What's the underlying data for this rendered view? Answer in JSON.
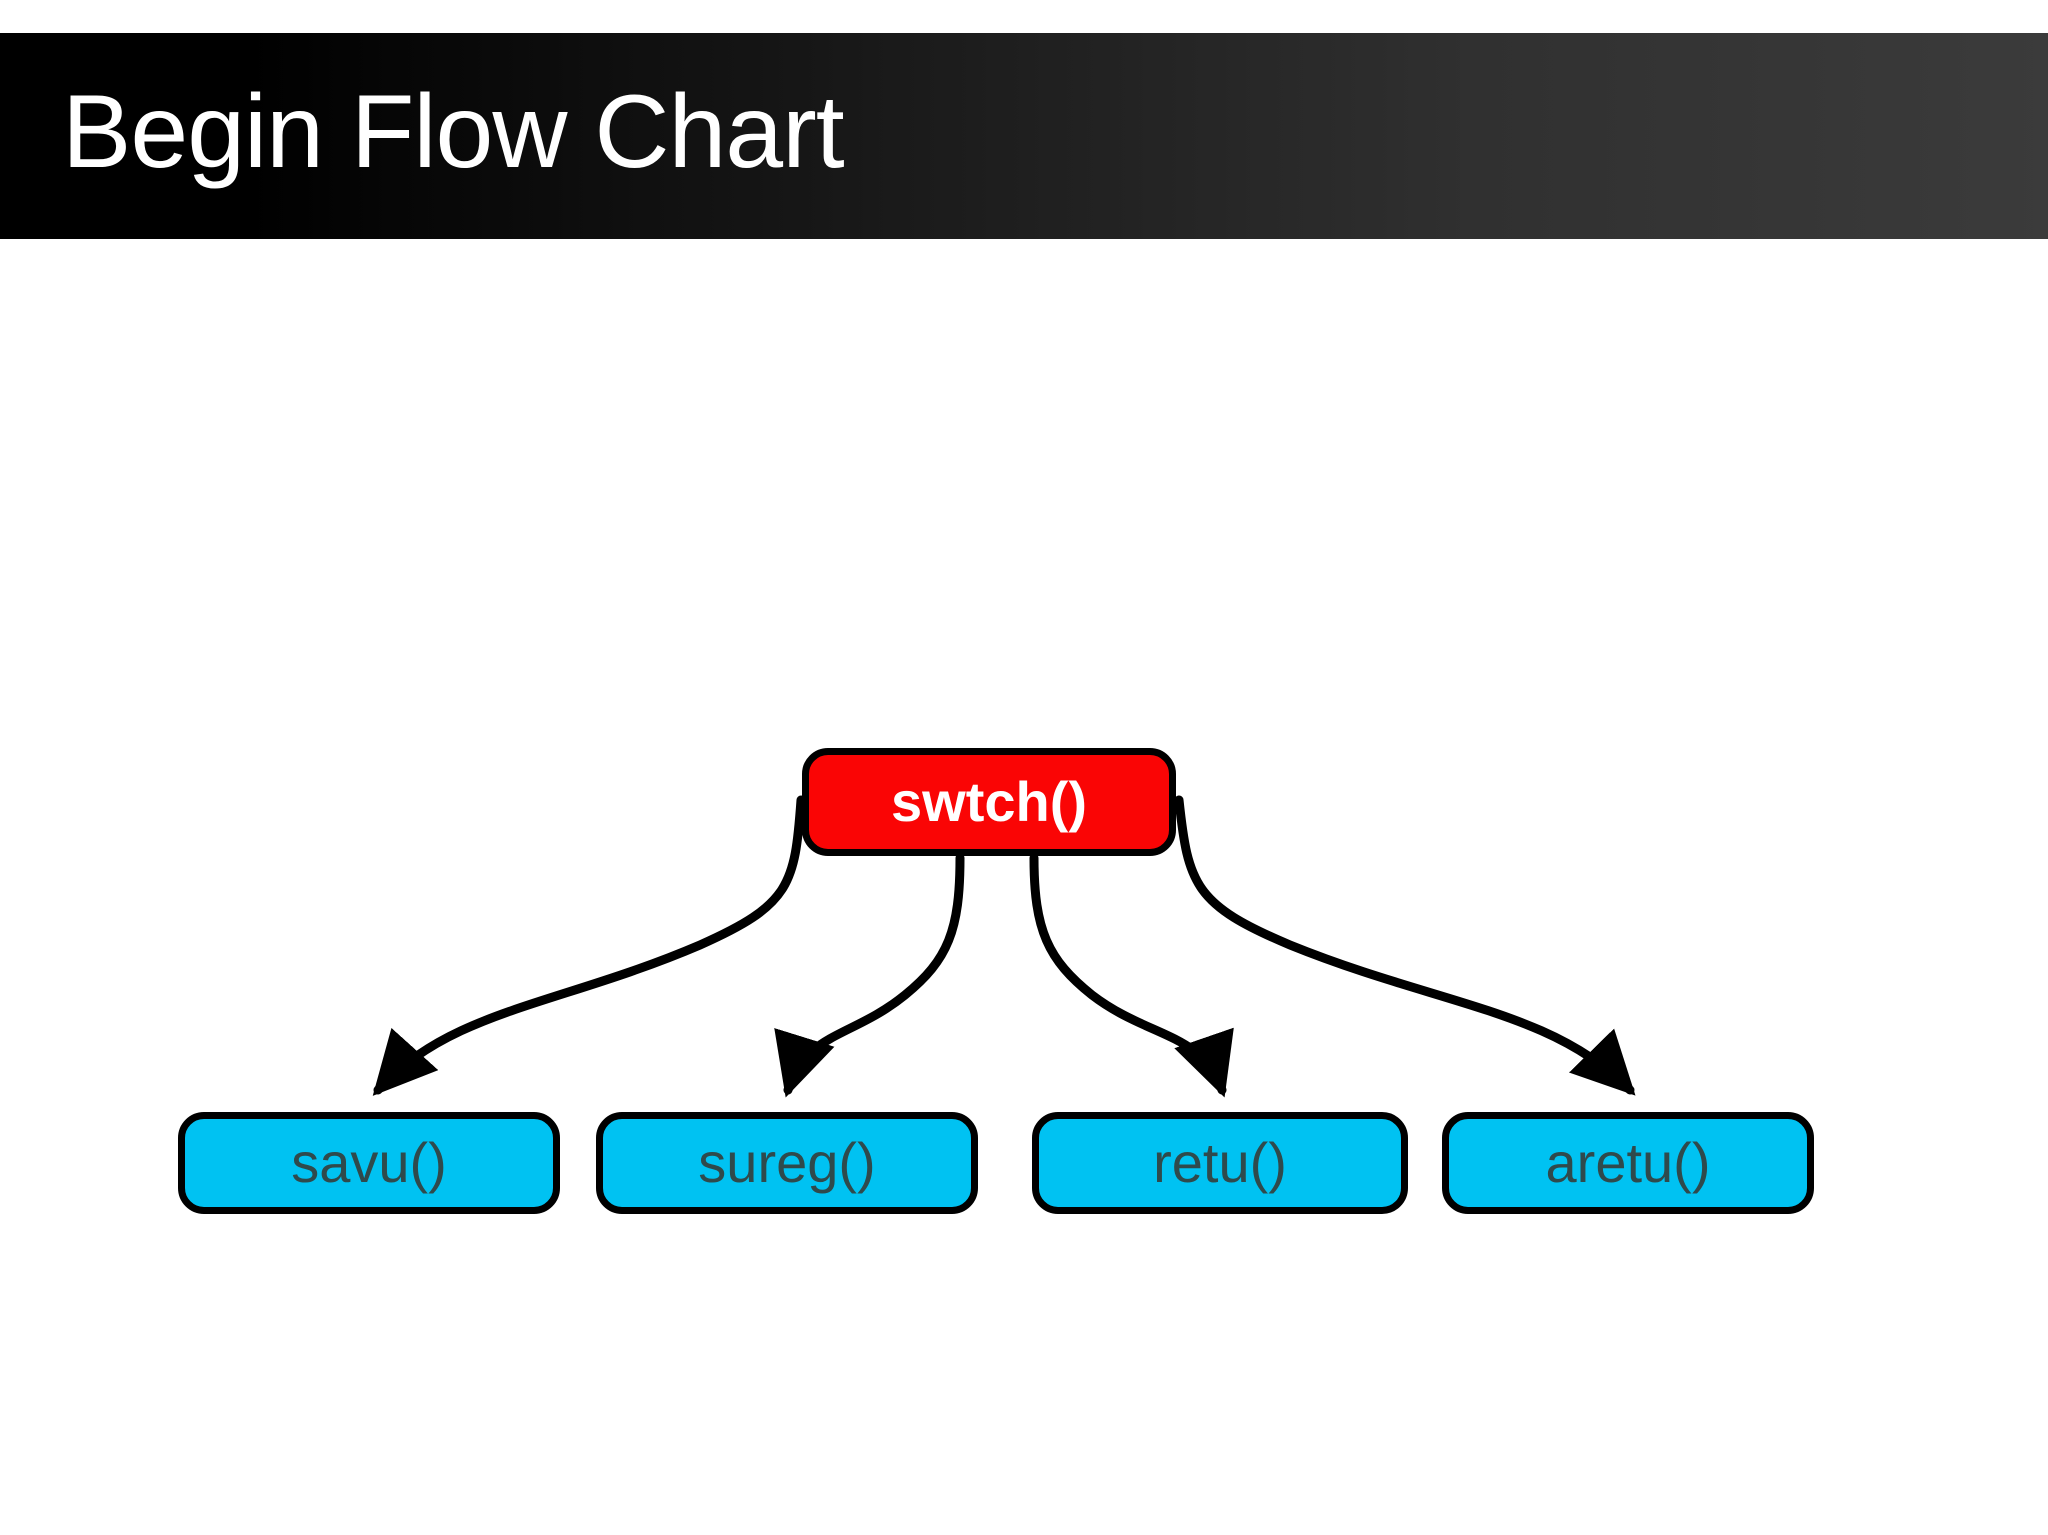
{
  "slide": {
    "title": "Begin Flow Chart",
    "background_color": "#ffffff",
    "title_bar": {
      "gradient_from": "#000000",
      "gradient_to": "#3b3b3b",
      "text_color": "#ffffff"
    }
  },
  "chart_data": {
    "type": "diagram",
    "diagram_kind": "flowchart",
    "title": "Begin Flow Chart",
    "orientation": "top-down",
    "nodes": [
      {
        "id": "swtch",
        "label": "swtch()",
        "role": "root",
        "shape": "rounded-rectangle",
        "fill": "#fa0505",
        "text_color": "#ffffff",
        "border_color": "#000000",
        "bold": true
      },
      {
        "id": "savu",
        "label": "savu()",
        "role": "leaf",
        "shape": "rounded-rectangle",
        "fill": "#00c2f2",
        "text_color": "#2f4a4c",
        "border_color": "#000000",
        "bold": false
      },
      {
        "id": "sureg",
        "label": "sureg()",
        "role": "leaf",
        "shape": "rounded-rectangle",
        "fill": "#00c2f2",
        "text_color": "#2f4a4c",
        "border_color": "#000000",
        "bold": false
      },
      {
        "id": "retu",
        "label": "retu()",
        "role": "leaf",
        "shape": "rounded-rectangle",
        "fill": "#00c2f2",
        "text_color": "#2f4a4c",
        "border_color": "#000000",
        "bold": false
      },
      {
        "id": "aretu",
        "label": "aretu()",
        "role": "leaf",
        "shape": "rounded-rectangle",
        "fill": "#00c2f2",
        "text_color": "#2f4a4c",
        "border_color": "#000000",
        "bold": false
      }
    ],
    "edges": [
      {
        "from": "swtch",
        "to": "savu",
        "style": "curved",
        "arrowhead": "solid-triangle",
        "color": "#000000"
      },
      {
        "from": "swtch",
        "to": "sureg",
        "style": "curved",
        "arrowhead": "solid-triangle",
        "color": "#000000"
      },
      {
        "from": "swtch",
        "to": "retu",
        "style": "curved",
        "arrowhead": "solid-triangle",
        "color": "#000000"
      },
      {
        "from": "swtch",
        "to": "aretu",
        "style": "curved",
        "arrowhead": "solid-triangle",
        "color": "#000000"
      }
    ]
  }
}
